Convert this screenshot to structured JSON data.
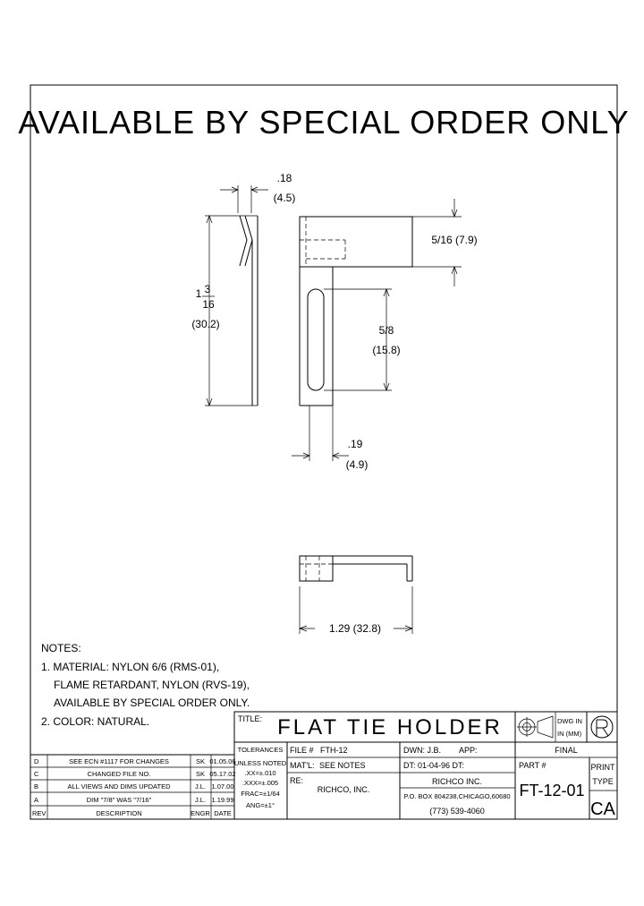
{
  "banner": "AVAILABLE BY SPECIAL ORDER ONLY",
  "dimensions": {
    "tab_width": {
      "inch": ".18",
      "mm": "(4.5)"
    },
    "overall_length": {
      "whole": "1",
      "num": "3",
      "den": "16",
      "mm": "(30.2)"
    },
    "head_height": {
      "label": "5/16 (7.9)"
    },
    "slot_length": {
      "inch": "5/8",
      "mm": "(15.8)"
    },
    "shank_width": {
      "inch": ".19",
      "mm": "(4.9)"
    },
    "overall_width": {
      "label": "1.29 (32.8)"
    }
  },
  "notes": {
    "heading": "NOTES:",
    "lines": [
      "1. MATERIAL: NYLON 6/6 (RMS-01),",
      "FLAME RETARDANT, NYLON (RVS-19),",
      "AVAILABLE BY SPECIAL ORDER ONLY.",
      "2. COLOR: NATURAL."
    ]
  },
  "title_block": {
    "title_label": "TITLE:",
    "title": "FLAT TIE HOLDER",
    "dwg_in_line1": "DWG IN",
    "dwg_in_line2": "IN (MM)",
    "tolerances": [
      "TOLERANCES",
      "UNLESS NOTED",
      ".XX=±.010",
      ".XXX=±.005",
      "FRAC=±1/64",
      "ANG=±1°"
    ],
    "file_label": "FILE #",
    "file_value": "FTH-12",
    "matl_label": "MAT'L:",
    "matl_value": "SEE NOTES",
    "re_label": "RE:",
    "re_value": "RICHCO, INC.",
    "dwn": "DWN: J.B.",
    "app": "APP:",
    "final": "FINAL",
    "dt": "DT: 01-04-96 DT:",
    "company": "RICHCO INC.",
    "address": "P.O. BOX 804238,CHICAGO,60680",
    "phone": "(773) 539-4060",
    "part_label": "PART #",
    "part_number": "FT-12-01",
    "print_type_label1": "PRINT",
    "print_type_label2": "TYPE",
    "print_type": "CA"
  },
  "revisions": {
    "col_rev": "REV",
    "col_desc": "DESCRIPTION",
    "col_engr": "ENGR",
    "col_date": "DATE",
    "rows": [
      {
        "rev": "D",
        "desc": "SEE ECN #1117 FOR CHANGES",
        "engr": "SK",
        "date": "01.05.06"
      },
      {
        "rev": "C",
        "desc": "CHANGED FILE NO.",
        "engr": "SK",
        "date": "05.17.02"
      },
      {
        "rev": "B",
        "desc": "ALL VIEWS AND DIMS UPDATED",
        "engr": "J.L.",
        "date": "1.07.00"
      },
      {
        "rev": "A",
        "desc": "DIM \"7/8\" WAS \"7/16\"",
        "engr": "J.L.",
        "date": "1.19.99"
      }
    ]
  }
}
